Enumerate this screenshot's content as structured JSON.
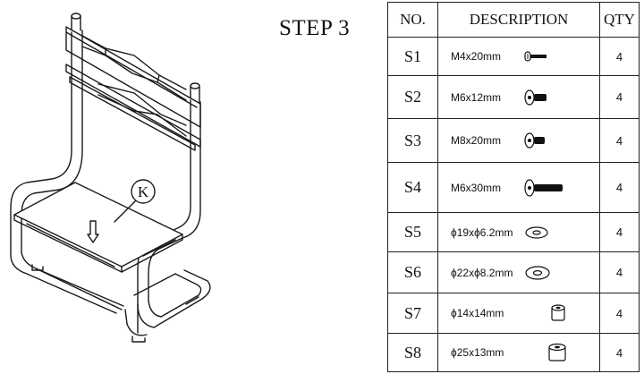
{
  "step": {
    "title": "STEP 3"
  },
  "callout": {
    "label": "K"
  },
  "table": {
    "headers": {
      "no": "NO.",
      "description": "DESCRIPTION",
      "qty": "QTY"
    },
    "rows": [
      {
        "no": "S1",
        "description": "M4x20mm",
        "qty": "4",
        "icon": "screw-pan-head-icon"
      },
      {
        "no": "S2",
        "description": "M6x12mm",
        "qty": "4",
        "icon": "screw-hex-socket-icon"
      },
      {
        "no": "S3",
        "description": "M8x20mm",
        "qty": "4",
        "icon": "screw-hex-socket-icon"
      },
      {
        "no": "S4",
        "description": "M6x30mm",
        "qty": "4",
        "icon": "screw-hex-socket-long-icon"
      },
      {
        "no": "S5",
        "description": "ϕ19xϕ6.2mm",
        "qty": "4",
        "icon": "washer-icon"
      },
      {
        "no": "S6",
        "description": "ϕ22xϕ8.2mm",
        "qty": "4",
        "icon": "washer-icon"
      },
      {
        "no": "S7",
        "description": "ϕ14x14mm",
        "qty": "4",
        "icon": "spacer-icon"
      },
      {
        "no": "S8",
        "description": "ϕ25x13mm",
        "qty": "4",
        "icon": "spacer-icon"
      }
    ]
  }
}
